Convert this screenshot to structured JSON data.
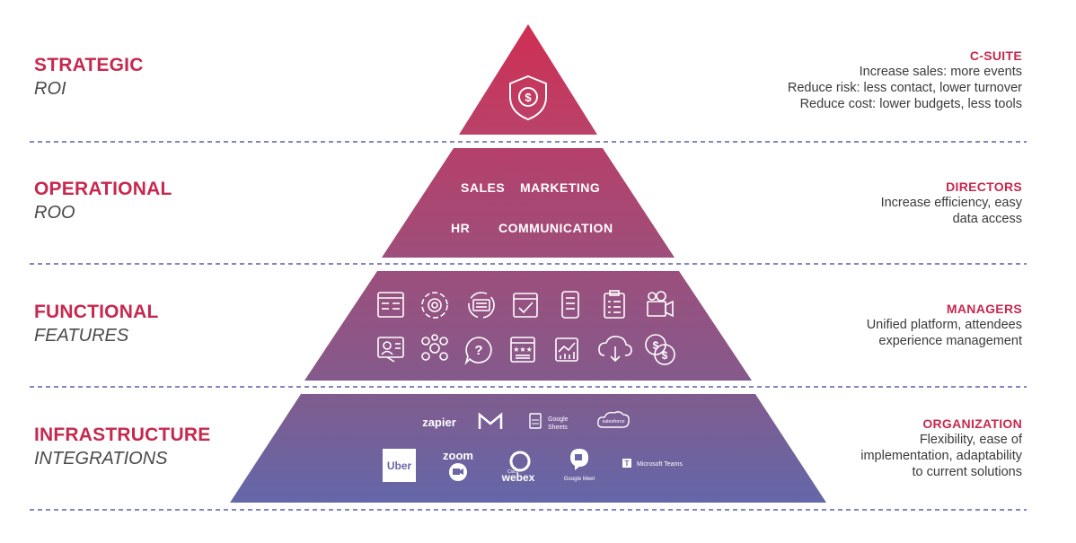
{
  "levels": [
    {
      "title": "STRATEGIC",
      "subtitle": "ROI",
      "role": "C-SUITE",
      "lines": [
        "Increase sales: more events",
        "Reduce risk: less contact, lower turnover",
        "Reduce cost: lower budgets, less tools"
      ]
    },
    {
      "title": "OPERATIONAL",
      "subtitle": "ROO",
      "role": "DIRECTORS",
      "lines": [
        "Increase efficiency, easy",
        "data access"
      ]
    },
    {
      "title": "FUNCTIONAL",
      "subtitle": "FEATURES",
      "role": "MANAGERS",
      "lines": [
        "Unified platform, attendees",
        "experience management"
      ]
    },
    {
      "title": "INFRASTRUCTURE",
      "subtitle": "INTEGRATIONS",
      "role": "ORGANIZATION",
      "lines": [
        "Flexibility, ease of",
        "implementation, adaptability",
        "to current solutions"
      ]
    }
  ],
  "departments": [
    "SALES",
    "MARKETING",
    "HR",
    "COMMUNICATION"
  ],
  "feature_icons": [
    "agenda-icon",
    "settings-icon",
    "sync-icon",
    "checklist-calendar-icon",
    "mobile-app-icon",
    "survey-icon",
    "video-icon",
    "speaker-profile-icon",
    "networking-icon",
    "question-icon",
    "rating-icon",
    "analytics-icon",
    "cloud-download-icon",
    "payments-icon"
  ],
  "integrations": {
    "zapier": "zapier",
    "gmail": "M",
    "google_sheets": [
      "Google",
      "Sheets"
    ],
    "salesforce": "salesforce",
    "uber": "Uber",
    "zoom": "zoom",
    "webex": "webex",
    "webex_small": "Cisco",
    "google_meet": "Google Meet",
    "microsoft_teams": "Microsoft Teams"
  },
  "colors": {
    "accent": "#c6294f",
    "tier1": "#c63a5a",
    "tier2": "#a84a73",
    "tier3": "#8e5585",
    "tier4": "#6a67a8",
    "divider": "#5b5ea6"
  }
}
